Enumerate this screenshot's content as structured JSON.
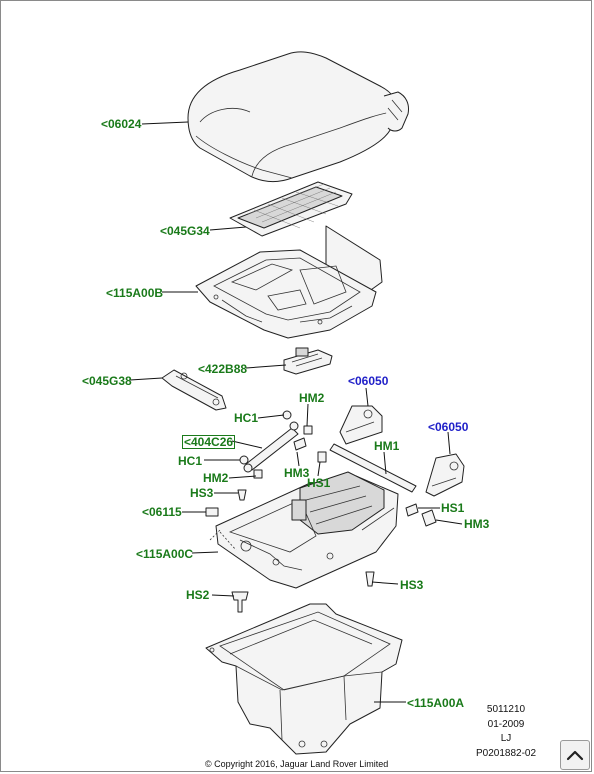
{
  "labels": {
    "l06024": "<06024",
    "l045G34": "<045G34",
    "l115A00B": "<115A00B",
    "l422B88": "<422B88",
    "l045G38": "<045G38",
    "l06050a": "<06050",
    "l06050b": "<06050",
    "lHM2a": "HM2",
    "lHC1a": "HC1",
    "l404C26": "<404C26",
    "lHM1": "HM1",
    "lHC1b": "HC1",
    "lHM3a": "HM3",
    "lHM2b": "HM2",
    "lHS1a": "HS1",
    "lHS3a": "HS3",
    "lHS1b": "HS1",
    "l06115": "<06115",
    "lHM3b": "HM3",
    "l115A00C": "<115A00C",
    "lHS3b": "HS3",
    "lHS2": "HS2",
    "l115A00A": "<115A00A"
  },
  "meta": {
    "code": "5011210",
    "date": "01-2009",
    "initials": "LJ",
    "ref": "P0201882-02",
    "copyright": "© Copyright 2016, Jaguar Land Rover Limited"
  },
  "colors": {
    "label_green": "#1a7a1a",
    "label_blue": "#1f1fc8"
  },
  "icons": {
    "scroll_top": "chevron-up-icon"
  }
}
